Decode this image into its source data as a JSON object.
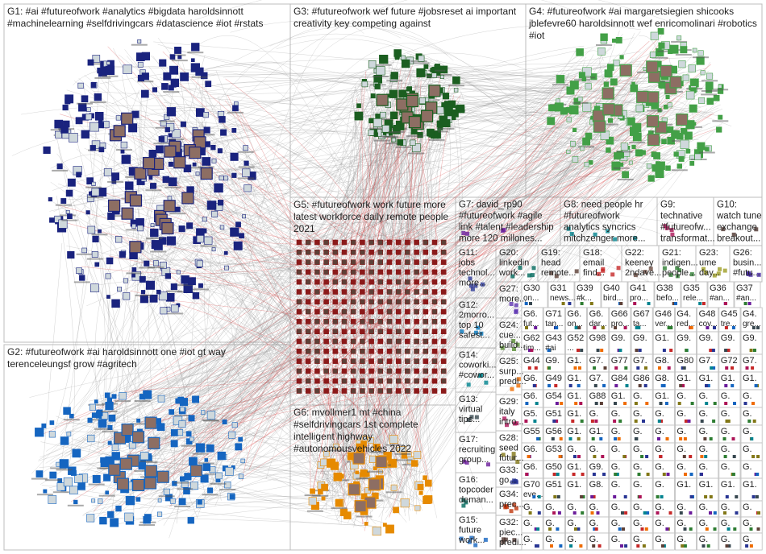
{
  "groups": [
    {
      "id": "G1",
      "lines": [
        "G1: #ai #futureofwork #analytics #bigdata haroldsinnott",
        "#machinelearning #selfdrivingcars #datascience #iot #rstats"
      ],
      "color": "#1a237e"
    },
    {
      "id": "G2",
      "lines": [
        "G2: #futureofwork #ai haroldsinnott one #iot gt way",
        "terenceleungsf grow #agritech"
      ],
      "color": "#1565c0"
    },
    {
      "id": "G3",
      "lines": [
        "G3: #futureofwork wef future #jobsreset ai important",
        "creativity key competing against"
      ],
      "color": "#1b5e20"
    },
    {
      "id": "G4",
      "lines": [
        "G4: #futureofwork #ai margaretsiegien shicooks",
        "jblefevre60 haroldsinnott wef enricomolinari #robotics",
        "#iot"
      ],
      "color": "#43a047"
    },
    {
      "id": "G5",
      "lines": [
        "G5: #futureofwork work future more",
        "latest workforce daily remote people",
        "2021"
      ],
      "color": "#8b1a1a"
    },
    {
      "id": "G6",
      "lines": [
        "G6: mvollmer1 mt #china",
        "#selfdrivingcars 1st complete",
        "intelligent highway",
        "#autonomousvehicles 2022"
      ],
      "color": "#e68a00"
    },
    {
      "id": "G7",
      "lines": [
        "G7: david_rp90",
        "#futureofwork #agile",
        "link #talent #leadership",
        "more 120 millones..."
      ],
      "color": "#6a1b9a"
    },
    {
      "id": "G8",
      "lines": [
        "G8: need people hr",
        "#futureofwork",
        "analytics syncrics",
        "mitchzenger more..."
      ],
      "color": "#00838f"
    },
    {
      "id": "G9",
      "lines": [
        "G9:",
        "technative",
        "#futureofw...",
        "transformat..."
      ],
      "color": "#ad1457"
    },
    {
      "id": "G10",
      "lines": [
        "G10:",
        "watch tune",
        "exchange",
        "breakout..."
      ],
      "color": "#4e342e"
    },
    {
      "id": "G11",
      "lines": [
        "G11:",
        "jobs",
        "technol...",
        "more..."
      ],
      "color": "#283593"
    },
    {
      "id": "G20",
      "lines": [
        "G20:",
        "linkedin",
        "work..."
      ],
      "color": "#00695c"
    },
    {
      "id": "G19",
      "lines": [
        "G19:",
        "head",
        "remote..."
      ],
      "color": "#5d4037"
    },
    {
      "id": "G18",
      "lines": [
        "G18:",
        "email",
        "find..."
      ],
      "color": "#c62828"
    },
    {
      "id": "G22",
      "lines": [
        "G22:",
        "keeney",
        "2ndave..."
      ],
      "color": "#6d4c41"
    },
    {
      "id": "G21",
      "lines": [
        "G21:",
        "indigen...",
        "people..."
      ],
      "color": "#2e7d32"
    },
    {
      "id": "G23",
      "lines": [
        "G23:",
        "ume",
        "day..."
      ],
      "color": "#9e9d24"
    },
    {
      "id": "G26",
      "lines": [
        "G26:",
        "busin...",
        "#futu..."
      ],
      "color": "#4527a0"
    },
    {
      "id": "G12",
      "lines": [
        "G12:",
        "2morro...",
        "top 10",
        "safest..."
      ],
      "color": "#0277bd"
    },
    {
      "id": "G24",
      "lines": [
        "G24:",
        "cue...",
        "build..."
      ],
      "color": "#558b2f"
    },
    {
      "id": "G14",
      "lines": [
        "G14:",
        "coworki...",
        "#cowor..."
      ],
      "color": "#00838f"
    },
    {
      "id": "G25",
      "lines": [
        "G25:",
        "surp...",
        "predi..."
      ],
      "color": "#ef6c00"
    },
    {
      "id": "G13",
      "lines": [
        "G13:",
        "virtual",
        "tips..."
      ],
      "color": "#37474f"
    },
    {
      "id": "G29",
      "lines": [
        "G29:",
        "italy",
        "intro..."
      ],
      "color": "#ad1457"
    },
    {
      "id": "G17",
      "lines": [
        "G17:",
        "recruiting",
        "group..."
      ],
      "color": "#6a1b9a"
    },
    {
      "id": "G28",
      "lines": [
        "G28:",
        "seed",
        "futur..."
      ],
      "color": "#827717"
    },
    {
      "id": "G33",
      "lines": [
        "G33:",
        "go..."
      ],
      "color": "#283593"
    },
    {
      "id": "G16",
      "lines": [
        "G16:",
        "topcoder",
        "deman..."
      ],
      "color": "#00695c"
    },
    {
      "id": "G34",
      "lines": [
        "G34:",
        "prec..."
      ],
      "color": "#bf360c"
    },
    {
      "id": "G32",
      "lines": [
        "G32:",
        "piec...",
        "predi..."
      ],
      "color": "#4e342e"
    },
    {
      "id": "G15",
      "lines": [
        "G15:",
        "future",
        "work..."
      ],
      "color": "#1565c0"
    },
    {
      "id": "G27",
      "lines": [
        "G27:",
        "more..."
      ],
      "color": "#5e35b1"
    }
  ],
  "small_tiles": {
    "row1": [
      "G30",
      "G31",
      "G39",
      "G40",
      "G41",
      "G38",
      "G35",
      "G36",
      "G37"
    ],
    "row1_sub": [
      "on...",
      "news...",
      "#k...",
      "bird...",
      "pro...",
      "befo...",
      "rele...",
      "#an...",
      "#an..."
    ],
    "row2": [
      "G6.",
      "G71",
      "G6.",
      "G6.",
      "G66",
      "G67",
      "G46",
      "G4.",
      "G48",
      "G45",
      "G4."
    ],
    "row2_sub": [
      "fut...",
      "tan...",
      "on...",
      "dar...",
      "pro...",
      "ta...",
      "ver...",
      "red...",
      "cov...",
      "tre...",
      "gre..."
    ],
    "row3": [
      "G62",
      "G43",
      "G52",
      "G98",
      "G9.",
      "G9.",
      "G1.",
      "G9.",
      "G9.",
      "G9.",
      "G9."
    ],
    "row3_sub": [
      "tim...",
      "#ai",
      "..."
    ],
    "row4": [
      "G44",
      "G9.",
      "G1.",
      "G7.",
      "G77",
      "G7.",
      "G8.",
      "G80",
      "G7.",
      "G72",
      "G7."
    ],
    "row5": [
      "G6.",
      "G49",
      "G1.",
      "G7.",
      "G84",
      "G86",
      "G8.",
      "G1.",
      "G1.",
      "G1.",
      "G1."
    ],
    "row6": [
      "G6.",
      "G54",
      "G1.",
      "G88",
      "G1.",
      "G.",
      "G1.",
      "G.",
      "G.",
      "G.",
      "G.",
      "G."
    ],
    "row7": [
      "G5.",
      "G51",
      "G1.",
      "G.",
      "G.",
      "G.",
      "G.",
      "G.",
      "G.",
      "G.",
      "G."
    ],
    "row8": [
      "G55",
      "G56",
      "G1.",
      "G1.",
      "G.",
      "G.",
      "G.",
      "G.",
      "G.",
      "G.",
      "G."
    ],
    "row9": [
      "G6.",
      "G53",
      "G.",
      "G.",
      "G.",
      "G.",
      "G.",
      "G.",
      "G.",
      "G.",
      "G."
    ],
    "row10": [
      "G6.",
      "G50",
      "G1.",
      "G9.",
      "G.",
      "G.",
      "G.",
      "G.",
      "G.",
      "G.",
      "G."
    ],
    "row11": [
      "G70",
      "G51",
      "G1.",
      "G8.",
      "G.",
      "G.",
      "G.",
      "G1.",
      "G1.",
      "G1.",
      "G1."
    ],
    "row11_sub": [
      "eve..."
    ]
  },
  "accent": {
    "edge_gray": "#9e9e9e",
    "edge_red": "#d32f2f",
    "border": "#bdbdbd"
  }
}
